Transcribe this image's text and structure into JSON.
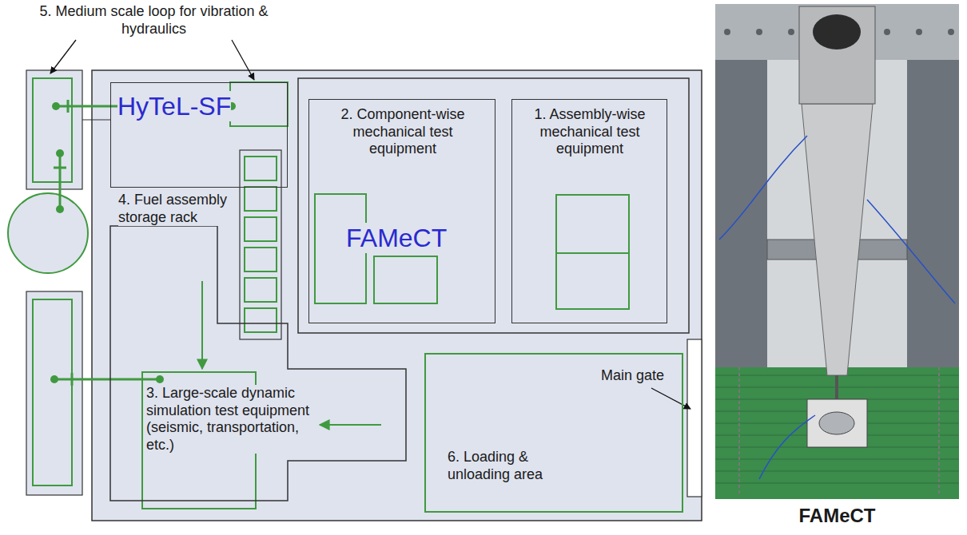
{
  "diagram": {
    "nodes": [
      {
        "text": [
          "HyTeL-SF"
        ]
      },
      {
        "text": [
          "2. Component-wise mechanical test equipment",
          "FAMeCT"
        ]
      },
      {
        "text": [
          "1. Assembly-wise mechanical test equipment"
        ]
      },
      {
        "text": [
          "3. Large-scale dynamic simulation test equipment (seismic, transportation, etc.)"
        ]
      },
      {
        "text": [
          "6. Loading & unloading area"
        ]
      }
    ],
    "labels": [
      "5. Medium scale loop for vibration & hydraulics",
      "4. Fuel assembly storage rack",
      "Main gate",
      "FAMeCT"
    ]
  }
}
